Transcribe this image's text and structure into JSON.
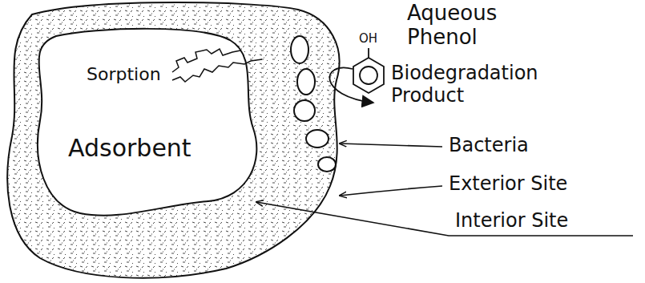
{
  "diagram": {
    "nodes": [
      {
        "text": [
          "Sorption",
          "Adsorbent"
        ]
      }
    ],
    "labels": [
      "OH",
      "Aqueous Phenol",
      "Biodegradation Product",
      "Bacteria",
      "Exterior Site",
      "Interior Site"
    ]
  }
}
